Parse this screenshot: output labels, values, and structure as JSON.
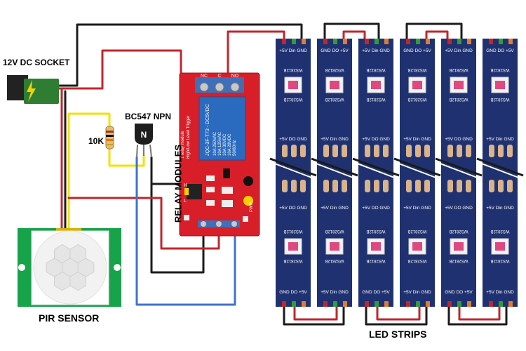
{
  "labels": {
    "dc_socket": "12V DC SOCKET",
    "transistor": "BC547 NPN",
    "resistor": "10K",
    "relay_modules": "RELAY MODULES",
    "pir_sensor": "PIR SENSOR",
    "led_strips": "LED STRIPS"
  },
  "relay": {
    "terminals": [
      "NC",
      "C",
      "NO"
    ],
    "relay_body_lines": [
      "JQC-3F-T73 - DC5VDC",
      "10A 250VAC",
      "10A 125VAC",
      "10A 30VDC",
      "10A 28VDC",
      "50/60Hz"
    ],
    "module_text": [
      "1 relay module",
      "High/Low Level Trigger"
    ],
    "jumper": [
      "H",
      "L"
    ],
    "pwr_label": "PWR"
  },
  "led_strip": {
    "chip_label": "WS2812B",
    "pad_top_a": [
      "+5V",
      "Din",
      "GND"
    ],
    "pad_top_b": [
      "GND",
      "DO",
      "+5V"
    ],
    "pad_mid": [
      "+5V",
      "DO",
      "GND"
    ],
    "pad_mid_b": [
      "+5V",
      "Din",
      "GND"
    ],
    "count": 6
  },
  "transistor_pin": "N",
  "colors": {
    "wire_red": "#c0262d",
    "wire_black": "#1b1b1b",
    "wire_yellow": "#f2e200",
    "wire_blue": "#3f73c8",
    "relay_red": "#d81e28",
    "strip_navy": "#1f3170",
    "pir_green": "#16a34a"
  }
}
